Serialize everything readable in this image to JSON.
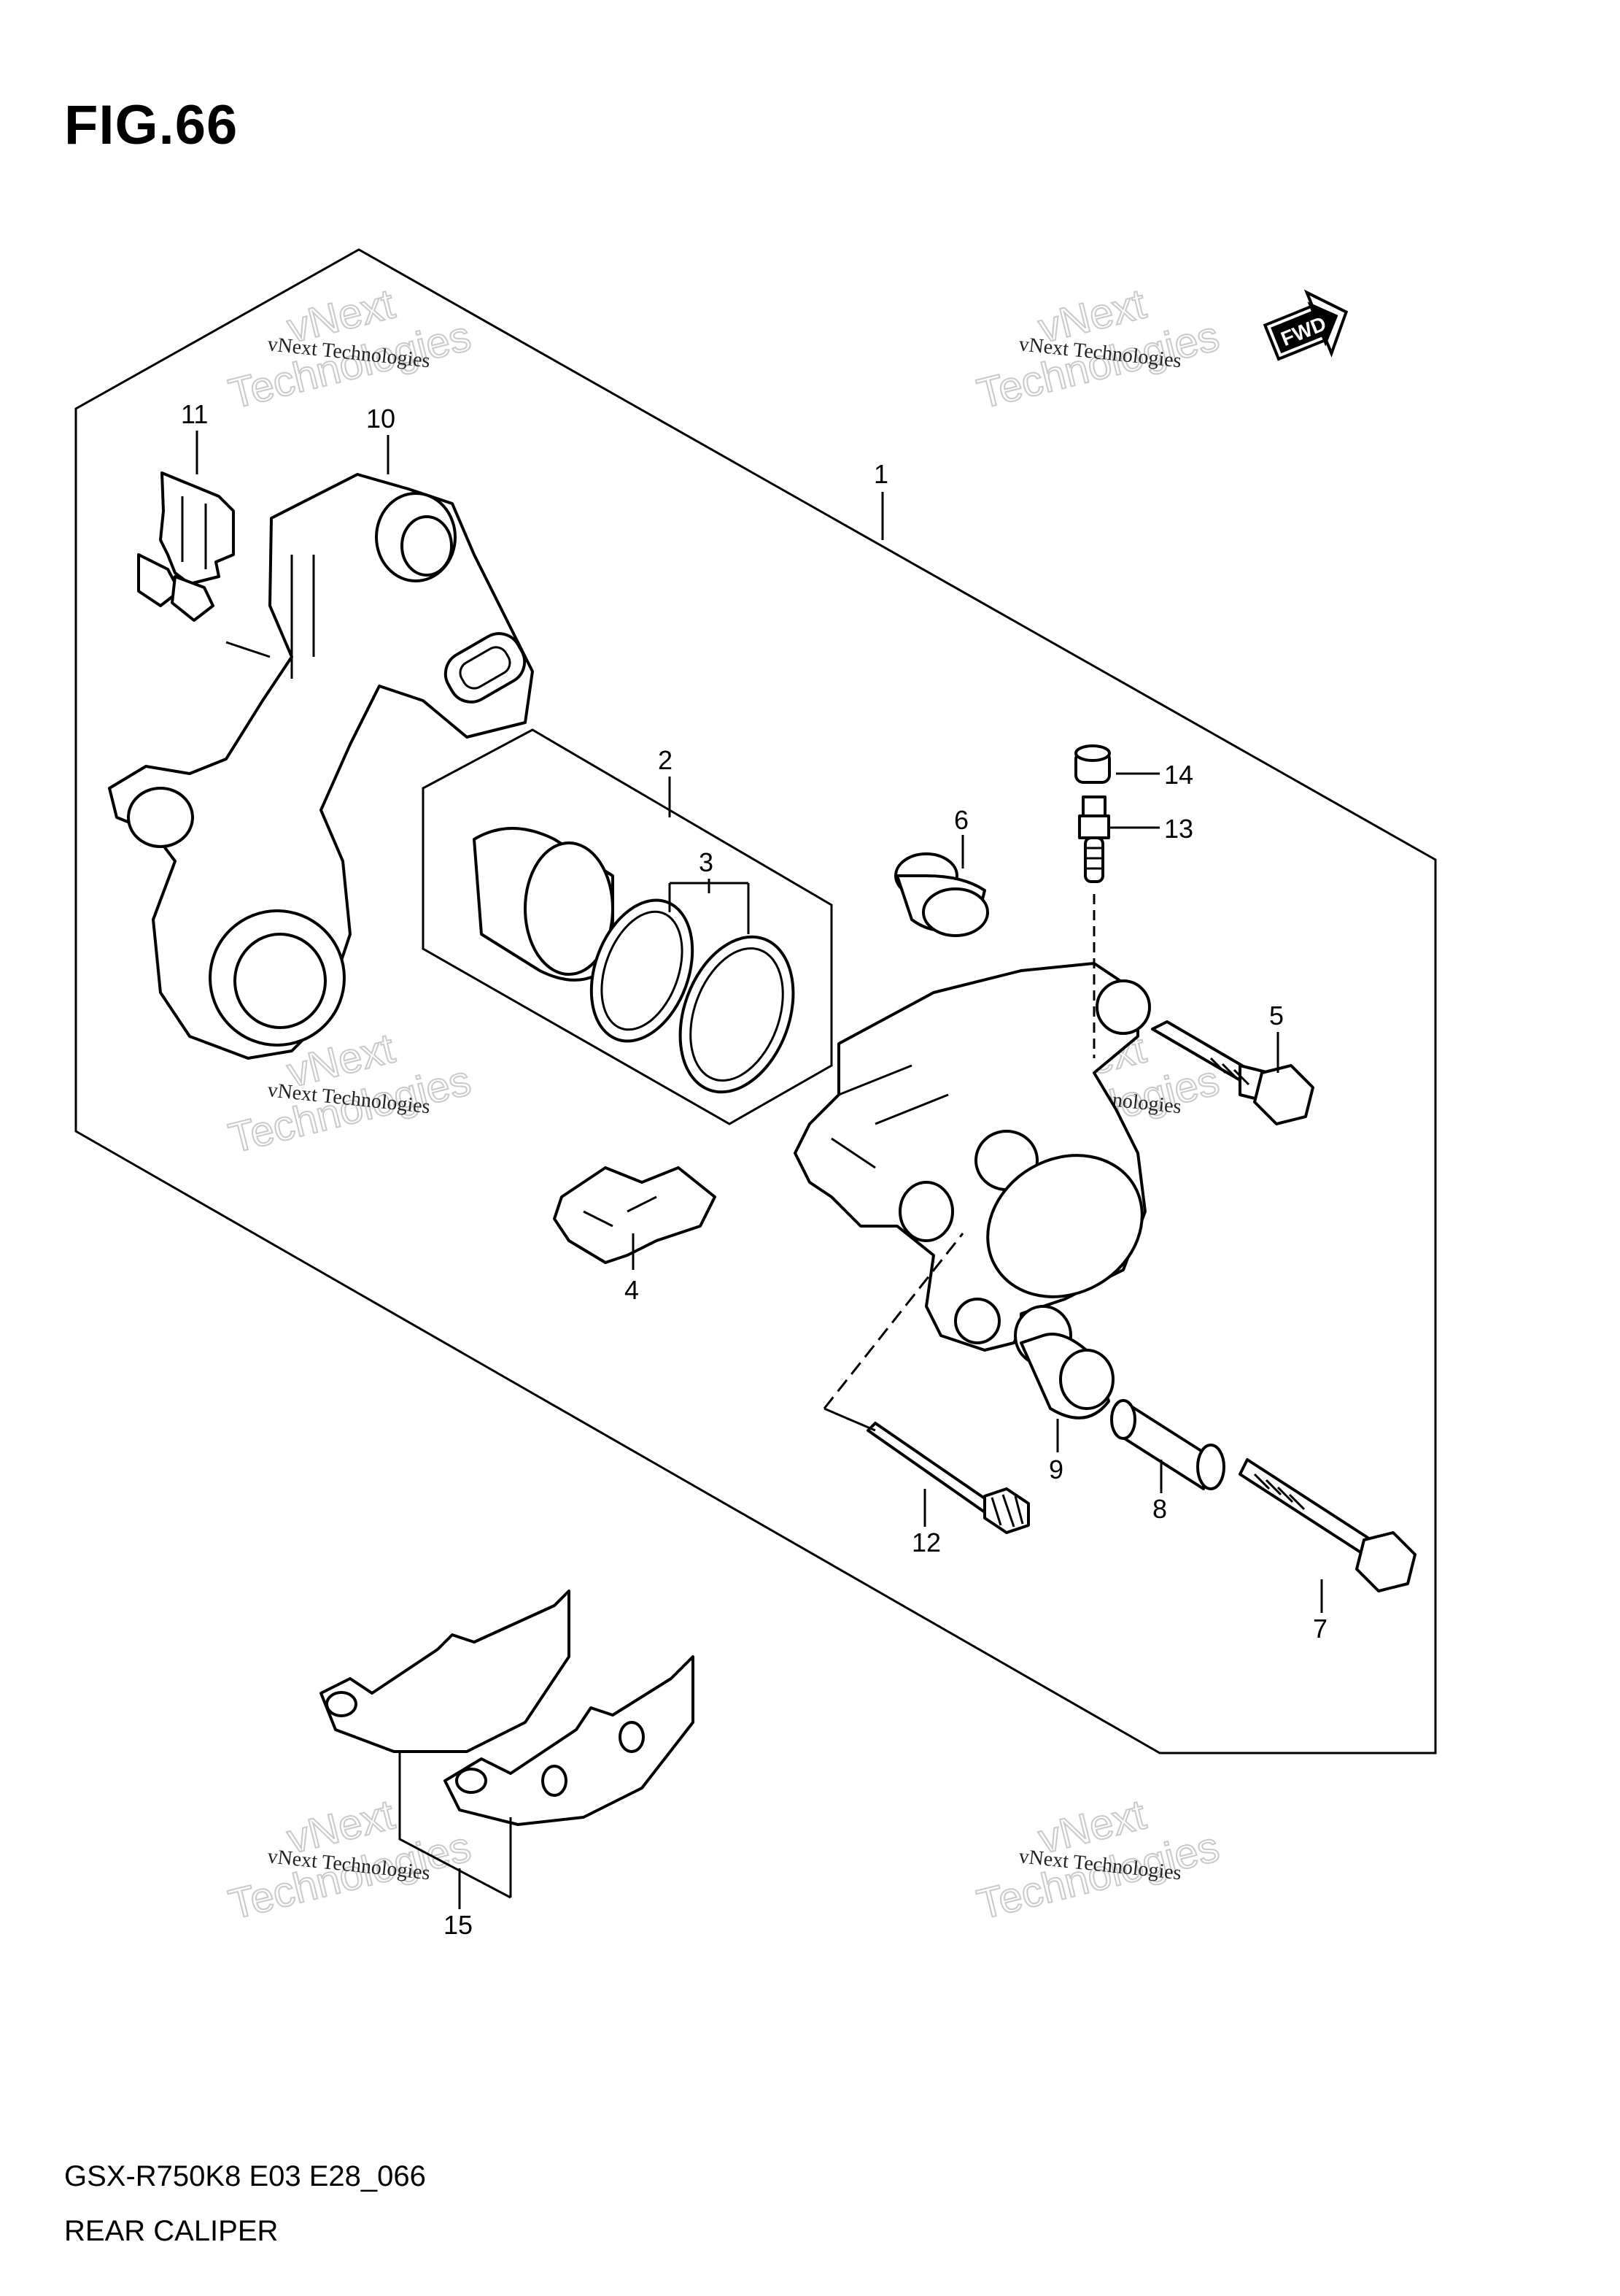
{
  "figure": {
    "title": "FIG.66",
    "model_code": "GSX-R750K8 E03 E28_066",
    "assembly_name": "REAR CALIPER"
  },
  "direction_label": "FWD",
  "watermark": {
    "line1": "vNext Technologies",
    "line2": "vNext",
    "line3": "Technologies"
  },
  "callouts": [
    "1",
    "2",
    "3",
    "4",
    "5",
    "6",
    "7",
    "8",
    "9",
    "10",
    "11",
    "12",
    "13",
    "14",
    "15"
  ]
}
